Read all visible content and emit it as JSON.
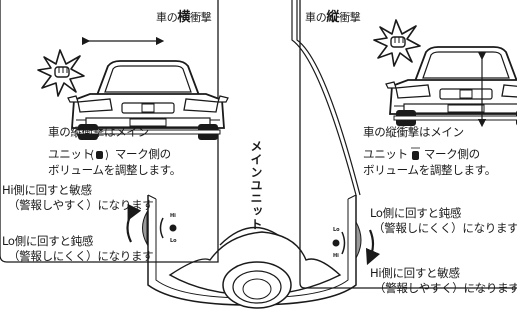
{
  "left_panel": {
    "title_prefix": "車の",
    "title_emphasis": "横",
    "title_suffix": "衝撃",
    "desc_line1": "車の縦衝撃はメイン",
    "desc_line2": "ユニット",
    "desc_line2_end": "マーク側の",
    "desc_line3": "ボリュームを調整します。"
  },
  "right_panel": {
    "title_prefix": "車の",
    "title_emphasis": "縦",
    "title_suffix": "衝撃",
    "desc_line1": "車の縦衝撃はメイン",
    "desc_line2": "ユニット",
    "desc_line2_end": "マーク側の",
    "desc_line3": "ボリュームを調整します。"
  },
  "main_unit_label": "メインユニット",
  "left_knob": {
    "hi_label": "Hi側に回すと敏感",
    "hi_sub": "（警報しやすく）になります",
    "lo_label": "Lo側に回すと鈍感",
    "lo_sub": "（警報しにくく）になります",
    "dial_hi": "Hi",
    "dial_lo": "Lo"
  },
  "right_knob": {
    "lo_label": "Lo側に回すと鈍感",
    "lo_sub": "（警報しにくく）になります",
    "hi_label": "Hi側に回すと敏感",
    "hi_sub": "（警報しやすく）になります",
    "dial_hi": "Hi",
    "dial_lo": "Lo"
  },
  "colors": {
    "line": "#1a1a1a",
    "knob": "#9a9a9a"
  }
}
